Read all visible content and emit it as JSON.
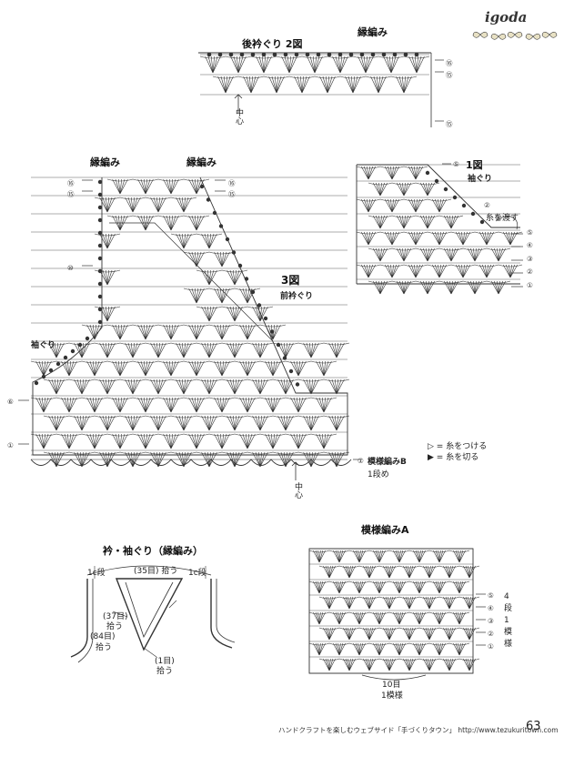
{
  "brand": {
    "logo_text": "igoda"
  },
  "fig2": {
    "title": "後衿ぐり 2図",
    "edge_label": "縁編み",
    "center_label": "中心",
    "rows": [
      "⑯",
      "⑮"
    ]
  },
  "fig1": {
    "title": "1図",
    "subtitle": "袖ぐり",
    "note": "糸を渡す",
    "rows": [
      "⑤",
      "④",
      "③",
      "②",
      "①"
    ],
    "row_top": "⑤"
  },
  "fig3": {
    "title": "3図",
    "subtitle": "前衿ぐり",
    "edge_left": "縁編み",
    "edge_right": "縁編み",
    "armhole": "袖ぐり",
    "rows_left": [
      "⑯",
      "⑮",
      "⑩",
      "⑥",
      "①"
    ],
    "rows_right": [
      "⑯",
      "⑮"
    ],
    "bottom_label": "模様編みB",
    "bottom_sub": "1段め",
    "bottom_row": "①",
    "center_label": "中心"
  },
  "legend": [
    {
      "symbol": "▷",
      "text": "= 糸をつける"
    },
    {
      "symbol": "▶",
      "text": "= 糸を切る"
    }
  ],
  "border": {
    "title": "衿・袖ぐり（縁編み）",
    "left_rows": "1c段",
    "right_rows": "1c段",
    "top_pick": "(35目) 拾う",
    "mid_pick": "(37目)",
    "mid_pick2": "拾う",
    "low_pick": "(84目)",
    "low_pick2": "拾う",
    "point_pick": "(1目)",
    "point_pick2": "拾う"
  },
  "patternA": {
    "title": "模様編みA",
    "rows": [
      "⑤",
      "④",
      "③",
      "②",
      "①"
    ],
    "side_label": "4段1模様",
    "bottom_count": "10目",
    "bottom_label": "1模様"
  },
  "footer": {
    "text": "ハンドクラフトを楽しむウェブサイド「手づくりタウン」 http://www.tezukuritown.com",
    "page": "63"
  }
}
